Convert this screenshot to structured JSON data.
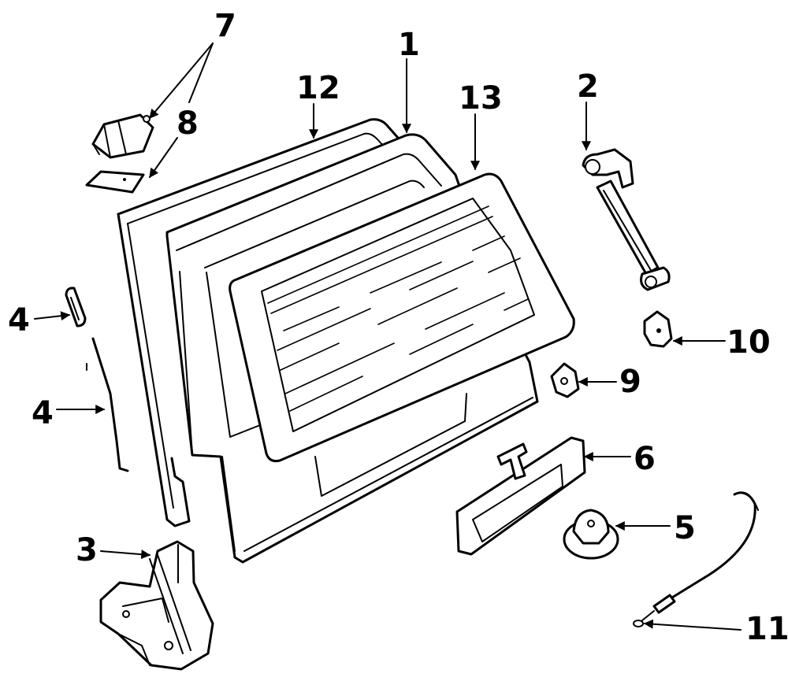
{
  "diagram": {
    "callouts": [
      {
        "id": "c1",
        "label": "1"
      },
      {
        "id": "c2",
        "label": "2"
      },
      {
        "id": "c3",
        "label": "3"
      },
      {
        "id": "c4a",
        "label": "4"
      },
      {
        "id": "c4b",
        "label": "4"
      },
      {
        "id": "c5",
        "label": "5"
      },
      {
        "id": "c6",
        "label": "6"
      },
      {
        "id": "c7",
        "label": "7"
      },
      {
        "id": "c8",
        "label": "8"
      },
      {
        "id": "c9",
        "label": "9"
      },
      {
        "id": "c10",
        "label": "10"
      },
      {
        "id": "c11",
        "label": "11"
      },
      {
        "id": "c12",
        "label": "12"
      },
      {
        "id": "c13",
        "label": "13"
      }
    ]
  }
}
